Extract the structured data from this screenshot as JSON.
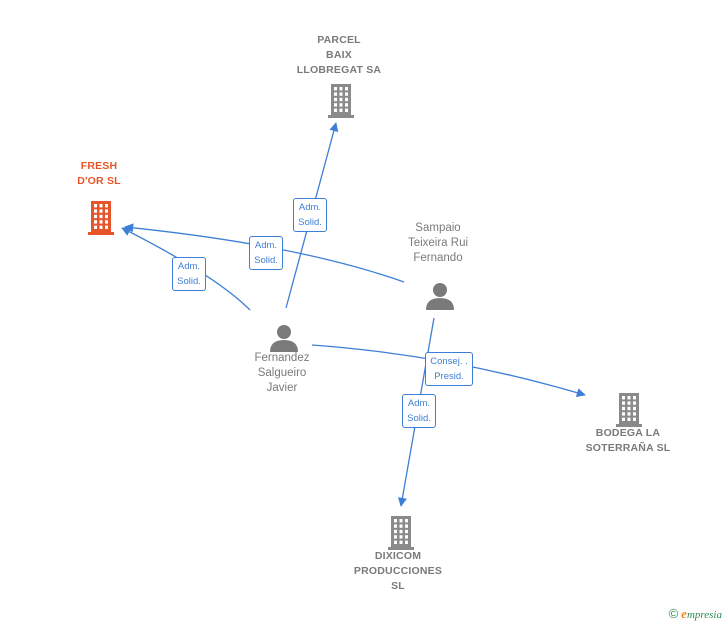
{
  "colors": {
    "edge": "#3d7fd6",
    "company": "#8a8a8a",
    "company_highlight": "#e8542a",
    "person": "#7a7a7a",
    "label_text": "#7a7a7a"
  },
  "nodes": [
    {
      "id": "parcel",
      "type": "company",
      "label": "PARCEL\nBAIX\nLLOBREGAT SA",
      "icon": "building-icon"
    },
    {
      "id": "fresh",
      "type": "company",
      "label": "FRESH\nD'OR  SL",
      "icon": "building-icon",
      "highlight": true
    },
    {
      "id": "sampaio",
      "type": "person",
      "label": "Sampaio\nTeixeira Rui\nFernando",
      "icon": "person-icon"
    },
    {
      "id": "fernandez",
      "type": "person",
      "label": "Fernandez\nSalgueiro\nJavier",
      "icon": "person-icon"
    },
    {
      "id": "bodega",
      "type": "company",
      "label": "BODEGA LA\nSOTERRAÑA SL",
      "icon": "building-icon"
    },
    {
      "id": "dixicom",
      "type": "company",
      "label": "DIXICOM\nPRODUCCIONES\nSL",
      "icon": "building-icon"
    }
  ],
  "edges": [
    {
      "from": "fernandez",
      "to": "parcel",
      "label": "Adm.\nSolid."
    },
    {
      "from": "fernandez",
      "to": "fresh",
      "label": "Adm.\nSolid."
    },
    {
      "from": "sampaio",
      "to": "fresh",
      "label": "Adm.\nSolid."
    },
    {
      "from": "fernandez",
      "to": "bodega",
      "label": "Consej. .\nPresid."
    },
    {
      "from": "sampaio",
      "to": "dixicom",
      "label": "Adm.\nSolid."
    }
  ],
  "footer": {
    "copyright_symbol": "©",
    "brand_initial": "e",
    "brand_rest": "mpresia"
  }
}
